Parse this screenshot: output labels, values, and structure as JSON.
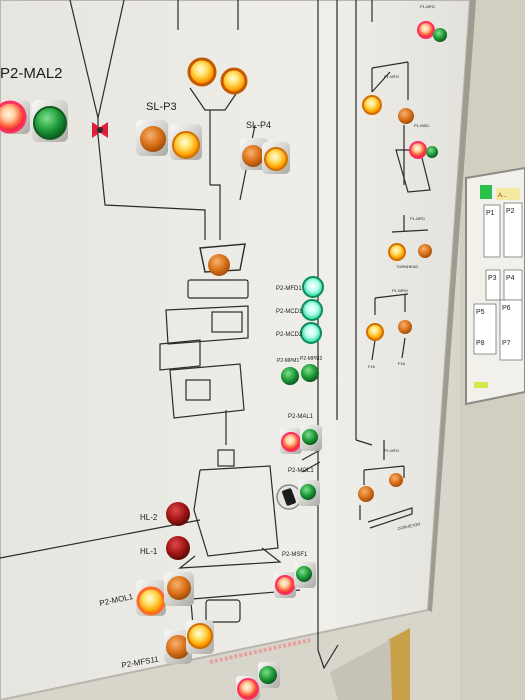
{
  "panel": {
    "labels": {
      "p2_mal2": "P2-MAL2",
      "sl_p3": "SL-P3",
      "sl_p4": "SL-P4",
      "p2_mfd1": "P2-MFD1",
      "p2_mcd1": "P2-MCD1",
      "p2_mcd2": "P2-MCD2",
      "p2_mpm1": "P2-MPM1",
      "p2_mpm2": "P2-MPM2",
      "p2_mal1": "P2-MAL1",
      "p2_mol1": "P2-MOL1",
      "hl2": "HL-2",
      "hl1": "HL-1",
      "p2_mol1_b": "P2-MOL1",
      "p2_msf1": "P2-MSF1",
      "p2_mfs11": "P2-MFS11",
      "p1_mfd_a": "P1-MFD",
      "p1_mfd_b": "P1-MFD",
      "p1_msd": "P1-MSD",
      "p1_mfd_c": "P1-MFD",
      "turnhead": "TURNHEAD",
      "p1_mpm": "P1-MPM",
      "f15": "F15",
      "f16": "F16",
      "p1_mfd_d": "P1-MFD",
      "conveyor": "CONVEYOR"
    },
    "colors": {
      "panel_white": "#ecebe6",
      "line": "#2b2b2b",
      "lamp_red": "#ff2d55",
      "lamp_amber": "#ffb300",
      "lamp_orange": "#e07a1a",
      "lamp_green": "#1f9d3a",
      "lamp_teal": "#4dffc8",
      "lamp_darkred": "#9e1212"
    },
    "board": {
      "sticky_note": "A...",
      "tags": [
        "P1",
        "P2",
        "P3",
        "P4",
        "P5",
        "P6",
        "P7",
        "P8"
      ]
    }
  }
}
